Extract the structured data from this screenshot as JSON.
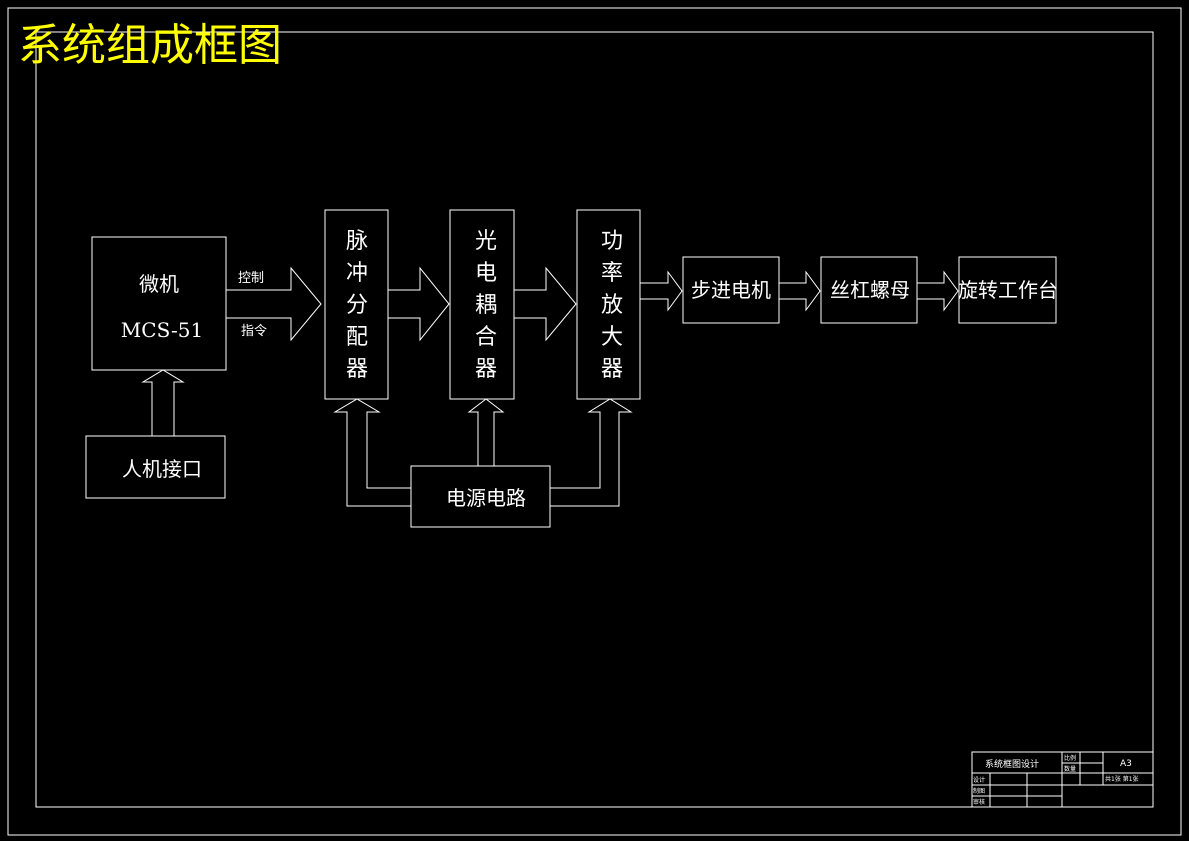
{
  "title": "系统组成框图",
  "colors": {
    "background": "#000000",
    "line": "#ffffff",
    "title": "#ffff00"
  },
  "blocks": {
    "mcu": {
      "line1": "微机",
      "line2": "MCS-51"
    },
    "hmi": "人机接口",
    "pulse": [
      "脉",
      "冲",
      "分",
      "配",
      "器"
    ],
    "opto": [
      "光",
      "电",
      "耦",
      "合",
      "器"
    ],
    "amp": [
      "功",
      "率",
      "放",
      "大",
      "器"
    ],
    "motor": "步进电机",
    "screw": "丝杠螺母",
    "table": "旋转工作台",
    "power": "电源电路"
  },
  "signals": {
    "control": "控制",
    "command": "指令"
  },
  "title_block": {
    "name": "系统框图设计",
    "scale_label": "比例",
    "qty_label": "数量",
    "size": "A3",
    "sheet": "共1张 第1张",
    "row_design": "设计",
    "row_draw": "制图",
    "row_review": "审核"
  }
}
